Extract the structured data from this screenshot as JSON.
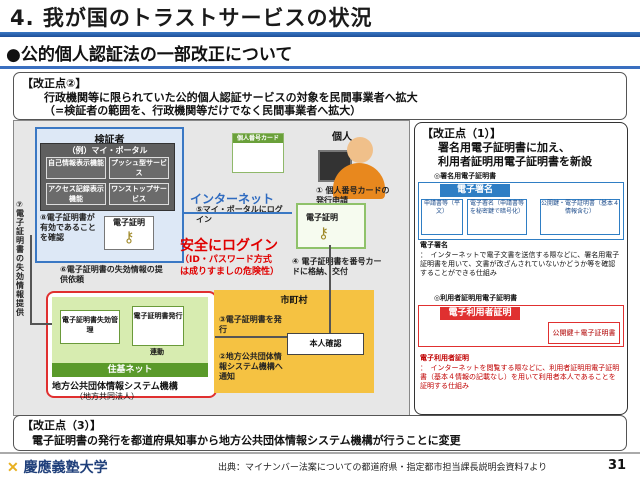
{
  "title": "4. 我が国のトラストサービスの状況",
  "subtitle": "●公的個人認証法の一部改正について",
  "revision2": {
    "heading": "【改正点②】",
    "line1": "行政機関等に限られていた公的個人認証サービスの対象を民間事業者へ拡大",
    "line2": "（=検証者の範囲を、行政機関等だけでなく民間事業者へ拡大）"
  },
  "diagram": {
    "verifier": "検証者",
    "portal_title": "（例）マイ・ポータル",
    "portal_buttons": [
      "自己情報表示機能",
      "プッシュ型サービス",
      "アクセス記録表示機能",
      "ワンストップサービス"
    ],
    "step7_vertical": "⑦電子証明書の失効情報提供",
    "step8": "⑧電子証明書が有効であることを確認",
    "cert_label": "電子証明",
    "internet": "インターネット",
    "step5": "⑤マイ・ポータルにログイン",
    "safe_login": "安全にログイン",
    "safe_login_note": "（ID・パスワード方式は成りすましの危険性）",
    "card_header": "個人番号カード",
    "person_label": "個人",
    "step1": "① 個人番号カードの発行申請",
    "step4": "④ 電子証明書を番号カードに格納、交付",
    "cert_label2": "電子証明",
    "step6": "⑥電子証明書の失効情報の提供依頼",
    "jlis_boxes": [
      "電子証明書失効管理",
      "電子証明書発行"
    ],
    "link_label": "連動",
    "jusenet": "住基ネット",
    "jlis_name": "地方公共団体情報システム機構",
    "jlis_sub": "（地方共同法人）",
    "city": "市町村",
    "step3": "③電子証明書を発行",
    "step2": "②地方公共団体情報システム機構へ通知",
    "identity_check": "本人確認"
  },
  "revision1": {
    "heading": "【改正点（1）】",
    "line1": "署名用電子証明書に加え、",
    "line2": "利用者証明用電子証明書を新設",
    "sig_title": "◎署名用電子証明書",
    "sig_header": "電子署名",
    "sig_cells": [
      "申請書等（平文）",
      "電子署名（申請書等を秘密鍵で暗号化）",
      "公開鍵・電子証明書（基本４情報含む）"
    ],
    "sig_def_head": "電子署名",
    "sig_def": "：　インターネットで電子文書を送信する際などに、署名用電子証明書を用いて、文書が改ざんされていないかどうか等を確認することができる仕組み",
    "auth_title": "◎利用者証明用電子証明書",
    "auth_header": "電子利用者証明",
    "auth_cell": "公開鍵＋電子証明書",
    "auth_def_head": "電子利用者証明",
    "auth_def": "：　インターネットを閲覧する際などに、利用者証明用電子証明書（基本４情報の記載なし）を用いて利用者本人であることを証明する仕組み"
  },
  "revision3": {
    "heading": "【改正点（3）】",
    "line": "電子証明書の発行を都道府県知事から地方公共団体情報システム機構が行うことに変更"
  },
  "footer": {
    "logo": "慶應義塾大学",
    "source": "出典：マイナンバー法案についての都道府県・指定都市担当課長説明会資料7より",
    "page": "31"
  },
  "colors": {
    "title_rule": "#3a78c4",
    "alert": "#e00000",
    "city": "#f5c242",
    "jlis": "#d7ecb0"
  }
}
